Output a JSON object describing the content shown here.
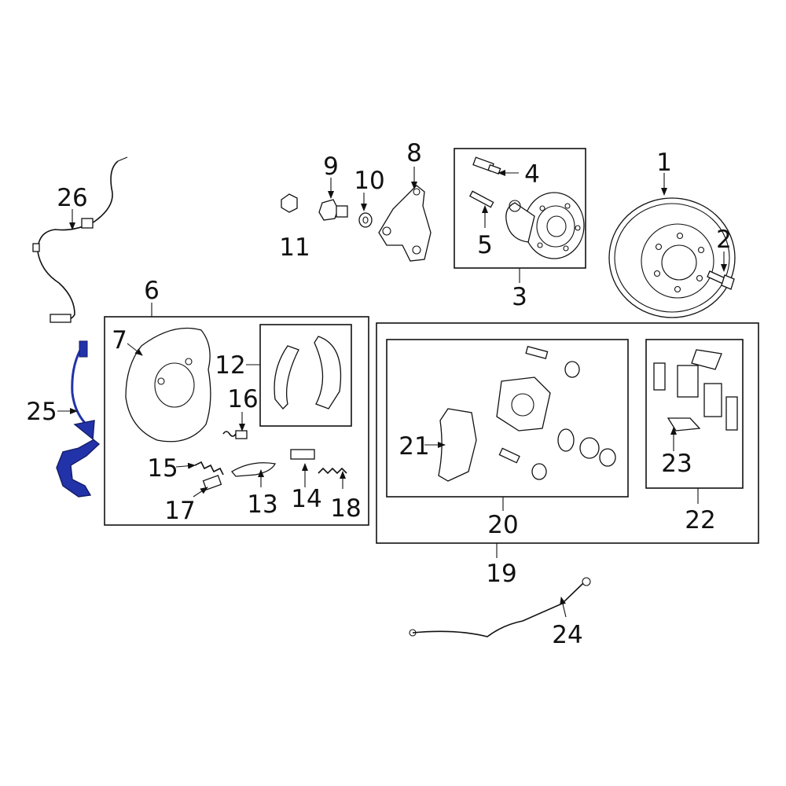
{
  "diagram": {
    "callouts": [
      "1",
      "2",
      "3",
      "4",
      "5",
      "6",
      "7",
      "8",
      "9",
      "10",
      "11",
      "12",
      "13",
      "14",
      "15",
      "16",
      "17",
      "18",
      "19",
      "20",
      "21",
      "22",
      "23",
      "24",
      "25",
      "26"
    ],
    "colors": {
      "line": "#111111",
      "highlight": "#2233aa",
      "highlight_dark": "#141c66",
      "background": "#ffffff"
    },
    "highlighted_part": "25"
  }
}
